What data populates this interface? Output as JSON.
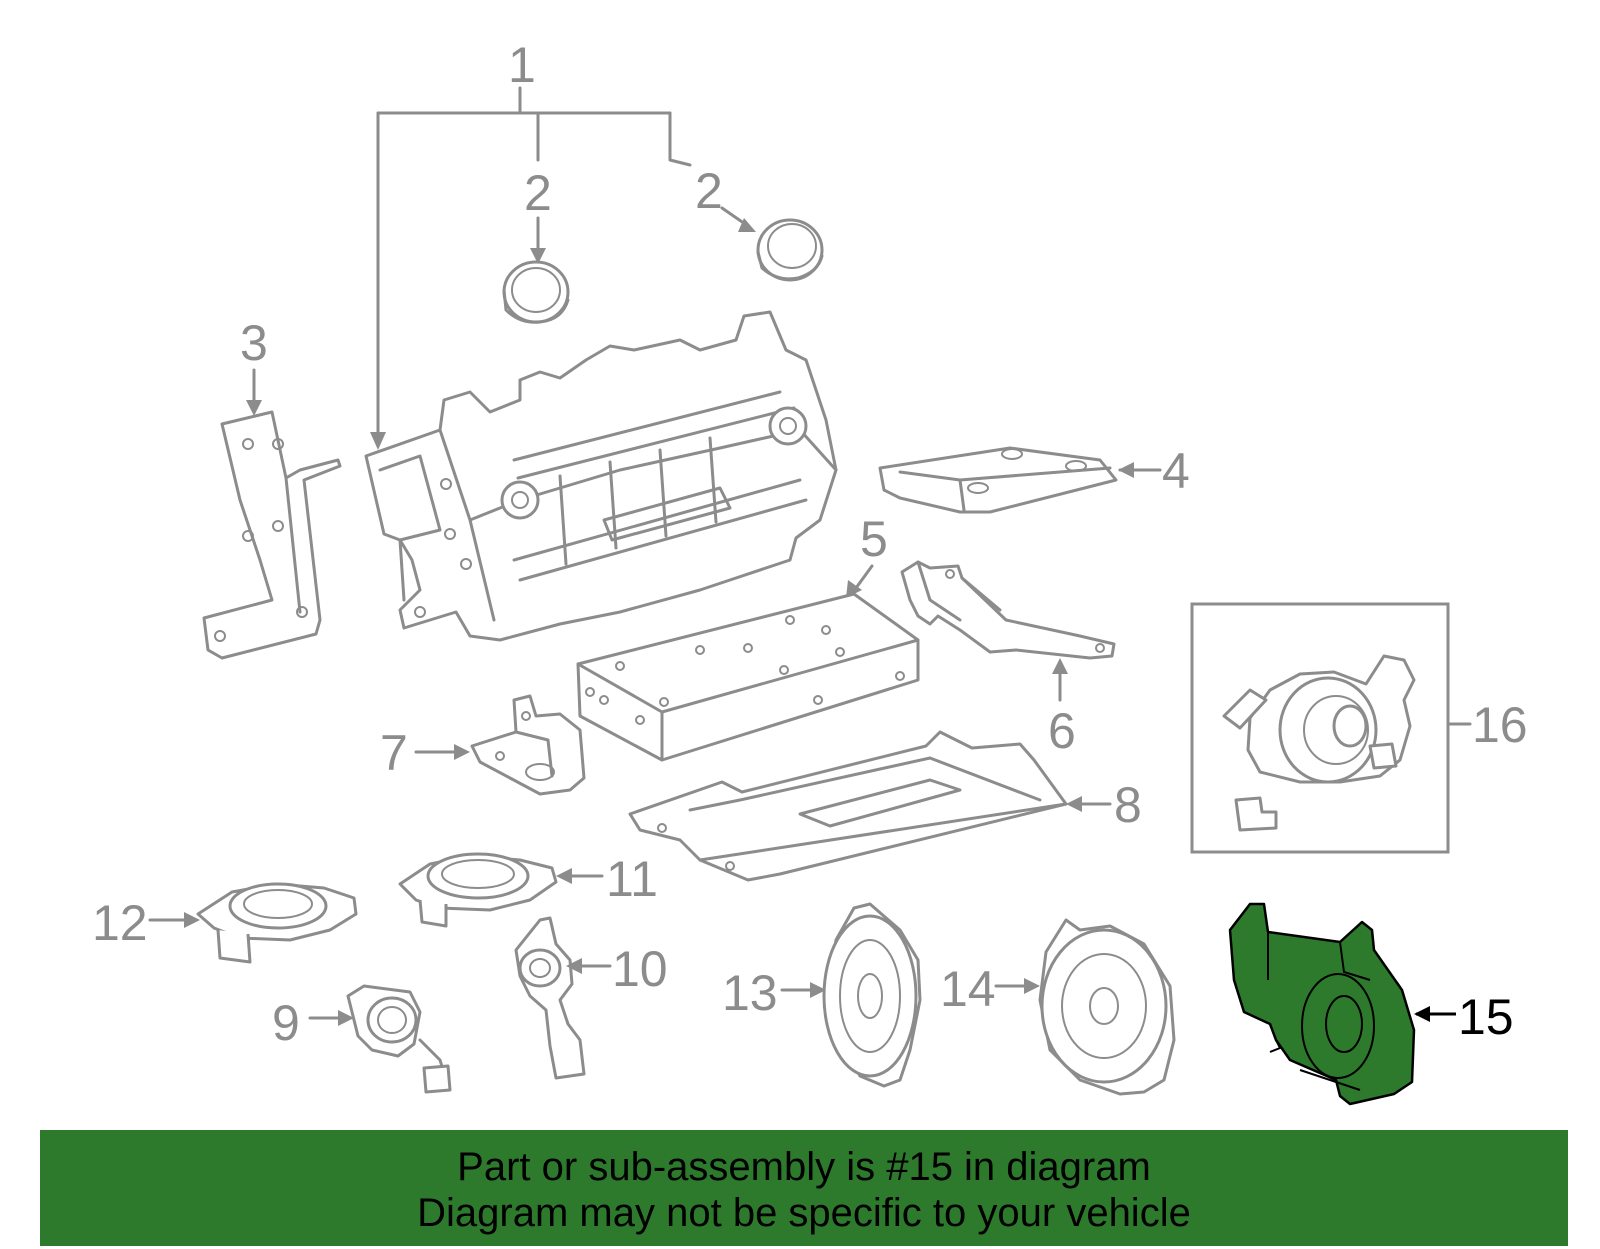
{
  "callouts": {
    "c1": "1",
    "c2a": "2",
    "c2b": "2",
    "c3": "3",
    "c4": "4",
    "c5": "5",
    "c6": "6",
    "c7": "7",
    "c8": "8",
    "c9": "9",
    "c10": "10",
    "c11": "11",
    "c12": "12",
    "c13": "13",
    "c14": "14",
    "c15": "15",
    "c16": "16"
  },
  "highlight": {
    "part": "15",
    "color": "#2d7a2d"
  },
  "banner": {
    "line1": "Part or sub-assembly is #15 in diagram",
    "line2": "Diagram may not be specific to your vehicle",
    "background": "#2d7a2d"
  },
  "colors": {
    "lineart": "#8c8c8c",
    "highlight_fill": "#2d7a2d",
    "text": "#000000"
  }
}
